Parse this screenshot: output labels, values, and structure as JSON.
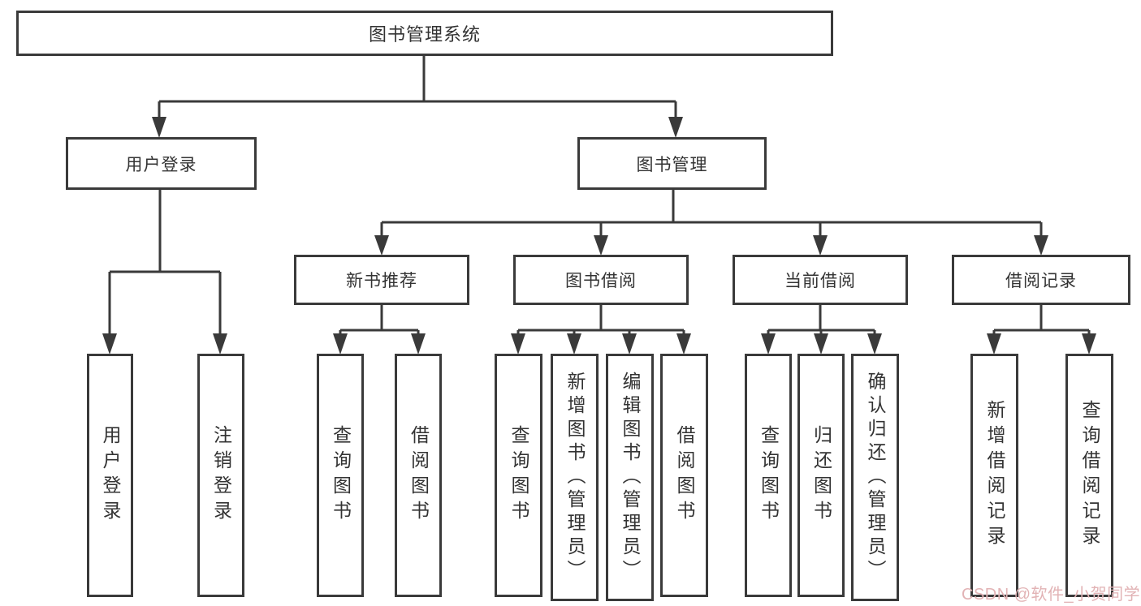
{
  "diagram": {
    "tree": {
      "root": {
        "label": "图书管理系统"
      },
      "level2": [
        {
          "label": "用户登录",
          "children": [
            {
              "label": "用户登录"
            },
            {
              "label": "注销登录"
            }
          ]
        },
        {
          "label": "图书管理",
          "children": [
            {
              "label": "新书推荐",
              "children": [
                {
                  "label": "查询图书"
                },
                {
                  "label": "借阅图书"
                }
              ]
            },
            {
              "label": "图书借阅",
              "children": [
                {
                  "label": "查询图书"
                },
                {
                  "label": "新增图书（管理员）"
                },
                {
                  "label": "编辑图书（管理员）"
                },
                {
                  "label": "借阅图书"
                }
              ]
            },
            {
              "label": "当前借阅",
              "children": [
                {
                  "label": "查询图书"
                },
                {
                  "label": "归还图书"
                },
                {
                  "label": "确认归还（管理员）"
                }
              ]
            },
            {
              "label": "借阅记录",
              "children": [
                {
                  "label": "新增借阅记录"
                },
                {
                  "label": "查询借阅记录"
                }
              ]
            }
          ]
        }
      ]
    },
    "colors": {
      "line": "#3a3a3a",
      "box_border": "#3a3a3a",
      "text": "#333333",
      "watermark": "#e2b3b5",
      "background": "#ffffff"
    }
  },
  "watermark": {
    "text": "CSDN @软件_小贺同学"
  }
}
